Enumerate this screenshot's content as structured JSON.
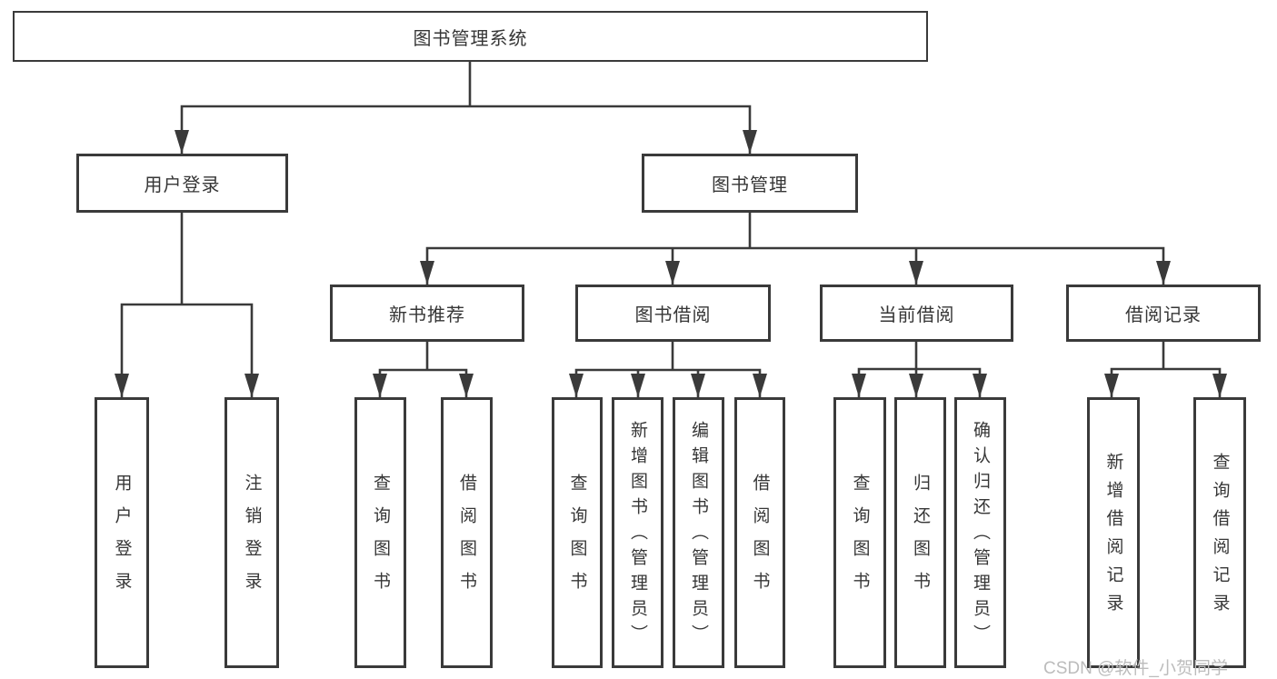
{
  "root": {
    "label": "图书管理系统"
  },
  "branches": [
    {
      "label": "用户登录",
      "children": [
        {
          "label": "用户登录"
        },
        {
          "label": "注销登录"
        }
      ]
    },
    {
      "label": "图书管理",
      "children": [
        {
          "label": "新书推荐",
          "children": [
            {
              "label": "查询图书"
            },
            {
              "label": "借阅图书"
            }
          ]
        },
        {
          "label": "图书借阅",
          "children": [
            {
              "label": "查询图书"
            },
            {
              "label": "新增图书（管理员）"
            },
            {
              "label": "编辑图书（管理员）"
            },
            {
              "label": "借阅图书"
            }
          ]
        },
        {
          "label": "当前借阅",
          "children": [
            {
              "label": "查询图书"
            },
            {
              "label": "归还图书"
            },
            {
              "label": "确认归还（管理员）"
            }
          ]
        },
        {
          "label": "借阅记录",
          "children": [
            {
              "label": "新增借阅记录"
            },
            {
              "label": "查询借阅记录"
            }
          ]
        }
      ]
    }
  ],
  "watermark": "CSDN @软件_小贺同学",
  "colors": {
    "line": "#3a3a3a",
    "text": "#363636",
    "watermark": "#bcbcbc",
    "box_fill": "#ffffff",
    "background": "#ffffff"
  }
}
